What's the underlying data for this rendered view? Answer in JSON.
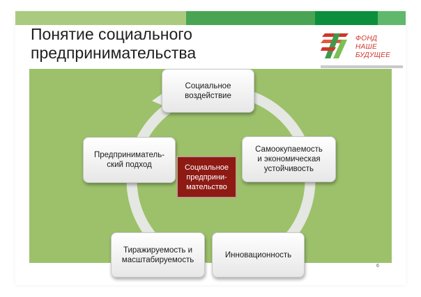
{
  "header": {
    "title_line1": "Понятие социального",
    "title_line2": "предпринимательства"
  },
  "logo": {
    "line1": "ФОНД",
    "line2": "НАШЕ",
    "line3": "БУДУЩЕЕ",
    "color": "#d0352b"
  },
  "diagram": {
    "center": {
      "line1": "Социальное",
      "line2": "предприни-",
      "line3": "мательство"
    },
    "nodes": [
      {
        "line1": "Социальное",
        "line2": "воздействие"
      },
      {
        "line1": "Самоокупаемость",
        "line2": "и экономическая",
        "line3": "устойчивость"
      },
      {
        "line1": "Инновационность"
      },
      {
        "line1": "Тиражируемость и",
        "line2": "масштабируемость"
      },
      {
        "line1": "Предприниматель-",
        "line2": "ский подход"
      }
    ],
    "colors": {
      "panel": "#9cc16a",
      "ring": "#e8e8e8",
      "center_fill": "#8e1a14"
    }
  },
  "page_number": "6"
}
